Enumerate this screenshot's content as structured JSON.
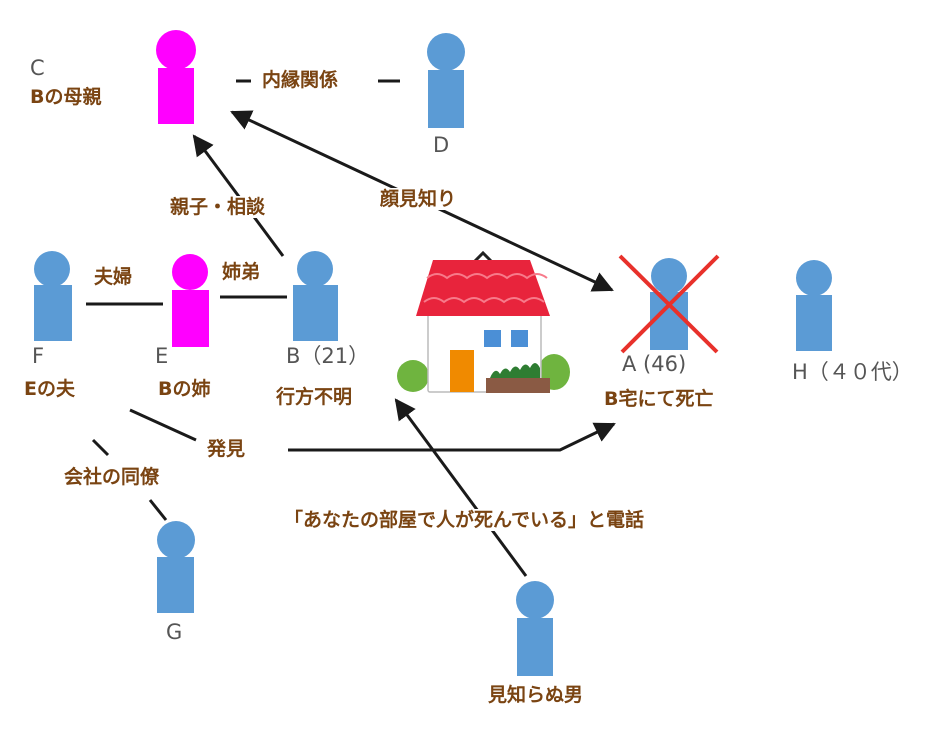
{
  "people": {
    "C": {
      "letter": "C",
      "desc": "Bの母親",
      "color": "#ff00ff"
    },
    "D": {
      "letter": "D",
      "color": "#5b9bd5"
    },
    "F": {
      "letter": "F",
      "desc": "Eの夫",
      "color": "#5b9bd5"
    },
    "E": {
      "letter": "E",
      "desc": "Bの姉",
      "color": "#ff00ff"
    },
    "B": {
      "letter": "B（21）",
      "desc": "行方不明",
      "color": "#5b9bd5"
    },
    "A": {
      "letter": "A (46)",
      "desc": "B宅にて死亡",
      "color": "#5b9bd5",
      "status": "deceased"
    },
    "H": {
      "letter": "H（４０代）",
      "color": "#5b9bd5"
    },
    "G": {
      "letter": "G",
      "color": "#5b9bd5"
    },
    "stranger": {
      "desc": "見知らぬ男",
      "color": "#5b9bd5"
    }
  },
  "relations": {
    "cd": "内縁関係",
    "bc": "親子・相談",
    "ca": "顔見知り",
    "fe": "夫婦",
    "eb": "姉弟",
    "fa": "発見",
    "fg": "会社の同僚",
    "stranger_call": "「あなたの部屋で人が死んでいる」と電話"
  },
  "colors": {
    "text": "#7a4412",
    "line": "#1a1a1a",
    "cross": "#e8312b"
  }
}
